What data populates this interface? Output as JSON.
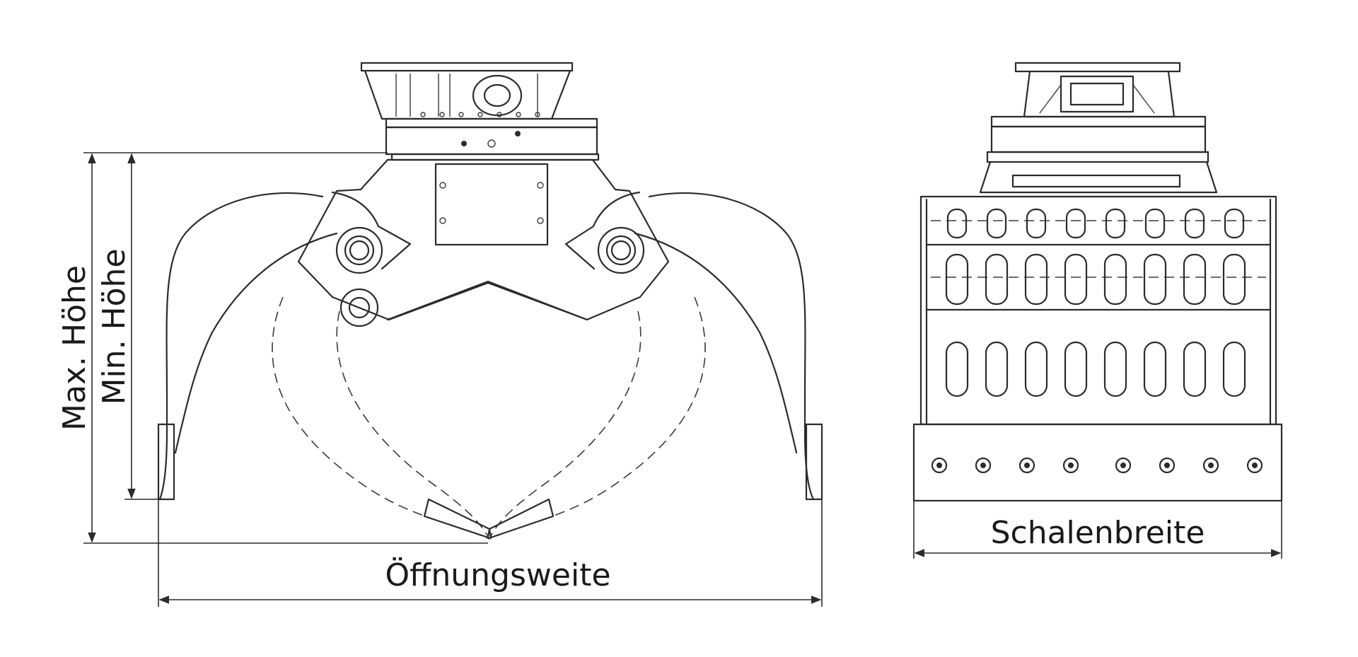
{
  "labels": {
    "max_height": "Max. Höhe",
    "min_height": "Min. Höhe",
    "opening_width": "Öffnungsweite",
    "shell_width": "Schalenbreite"
  },
  "colors": {
    "line": "#2b2b2b",
    "text": "#1a1a1a",
    "background": "#ffffff"
  }
}
